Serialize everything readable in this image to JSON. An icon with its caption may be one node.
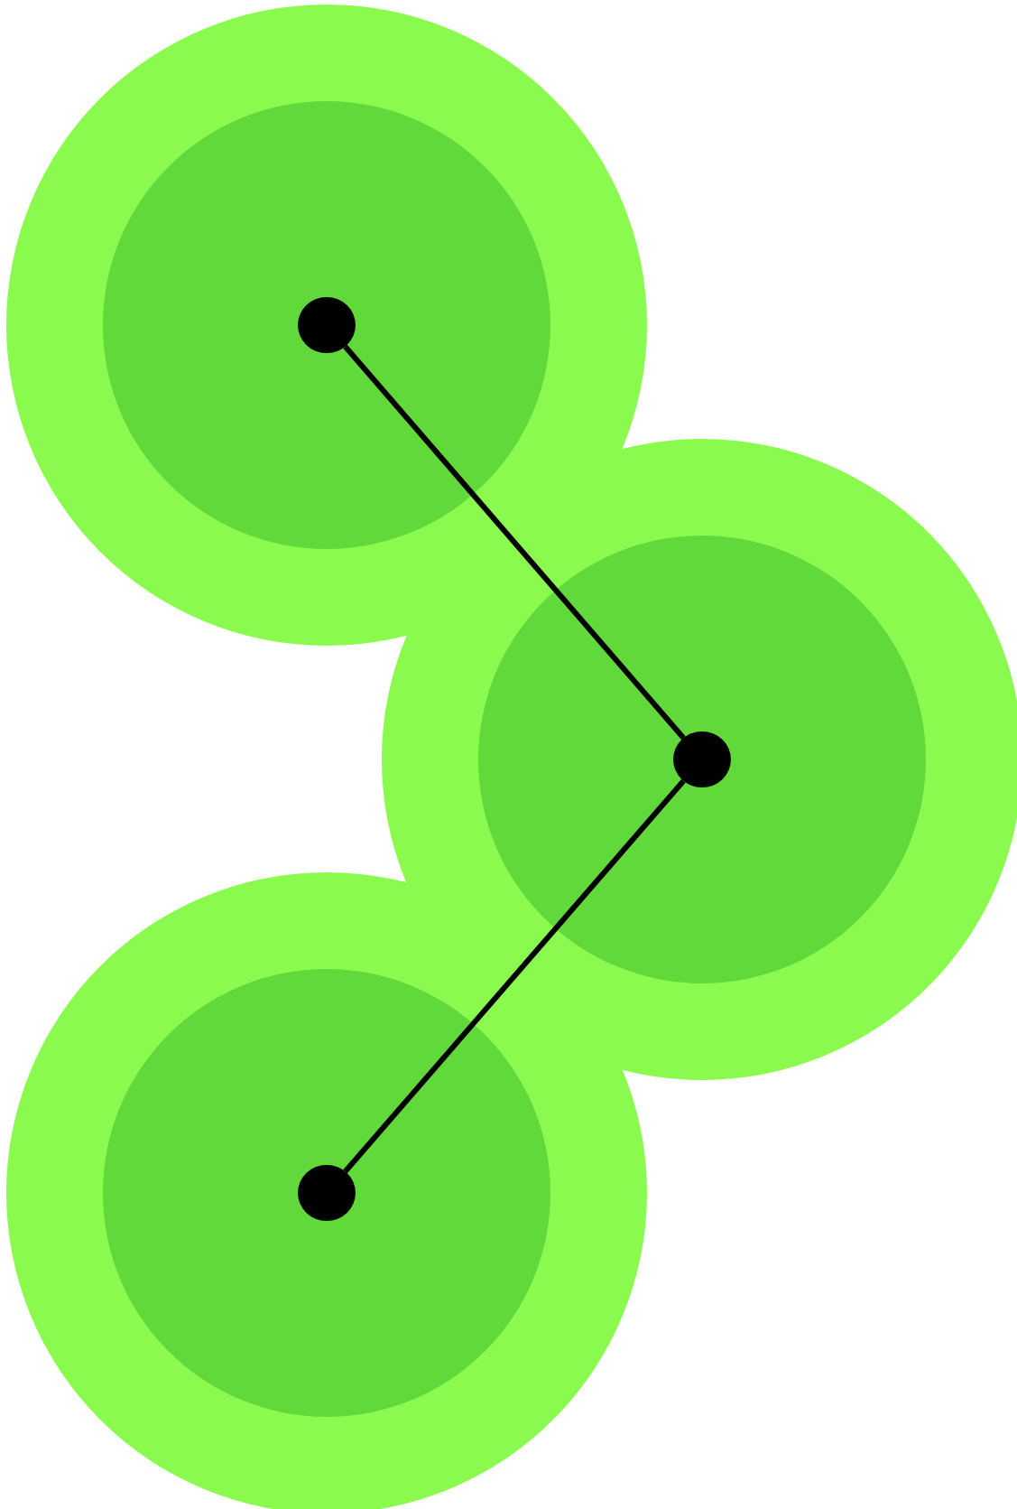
{
  "diagram": {
    "nodes": [
      {
        "text": [],
        "shape": "circle"
      },
      {
        "text": [],
        "shape": "circle"
      },
      {
        "text": [],
        "shape": "circle"
      }
    ],
    "edges": [
      {
        "from": 0,
        "to": 1,
        "arrow": "none"
      },
      {
        "from": 1,
        "to": 2,
        "arrow": "none"
      }
    ]
  }
}
